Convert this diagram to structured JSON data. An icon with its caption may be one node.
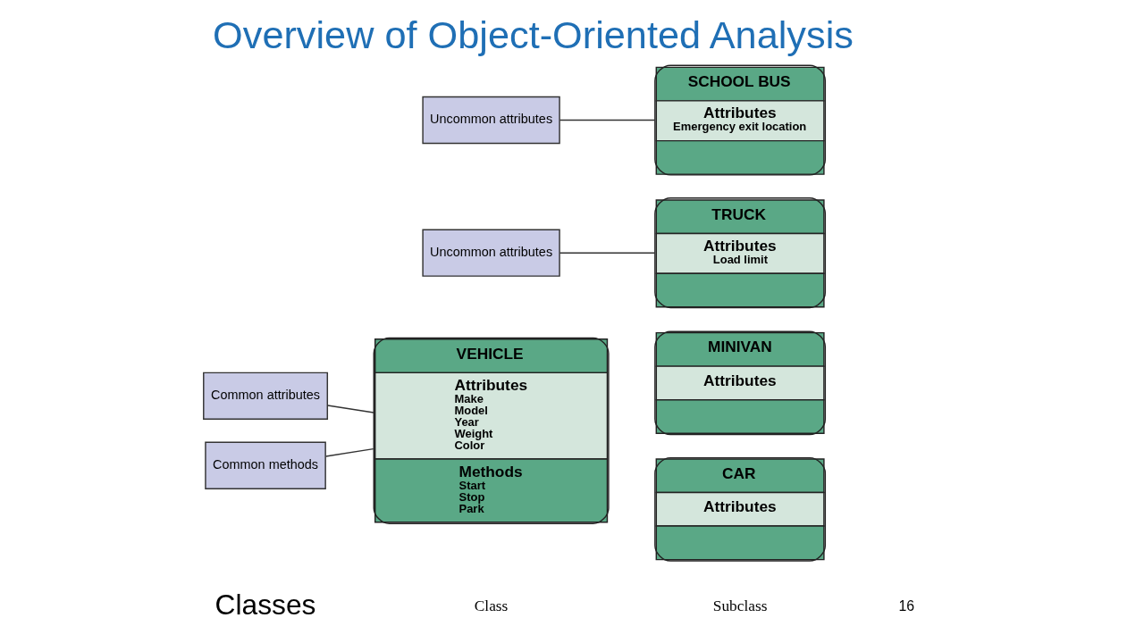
{
  "diagram": {
    "title": "Overview of Object-Oriented Analysis",
    "nodes": [
      {
        "text": [
          "VEHICLE",
          "Attributes",
          "Make",
          "Model",
          "Year",
          "Weight",
          "Color",
          "Methods",
          "Start",
          "Stop",
          "Park"
        ]
      },
      {
        "text": [
          "CAR",
          "Attributes"
        ]
      },
      {
        "text": [
          "Common attributes"
        ]
      },
      {
        "text": [
          "MINIVAN",
          "Attributes"
        ]
      },
      {
        "text": [
          "Common methods"
        ]
      },
      {
        "text": [
          "TRUCK",
          "Attributes",
          "Load limit"
        ]
      },
      {
        "text": [
          "Uncommon attributes"
        ]
      },
      {
        "text": [
          "SCHOOL BUS",
          "Attributes",
          "Emergency exit location"
        ]
      },
      {
        "text": [
          "Uncommon attributes"
        ]
      }
    ],
    "edges": [
      {
        "from": 2,
        "to": 0,
        "arrow": "none"
      },
      {
        "from": 4,
        "to": 0,
        "arrow": "none"
      },
      {
        "from": 6,
        "to": 5,
        "arrow": "none"
      },
      {
        "from": 8,
        "to": 7,
        "arrow": "none"
      }
    ],
    "labels": [
      "Classes",
      "Class",
      "Subclass",
      "16"
    ]
  }
}
